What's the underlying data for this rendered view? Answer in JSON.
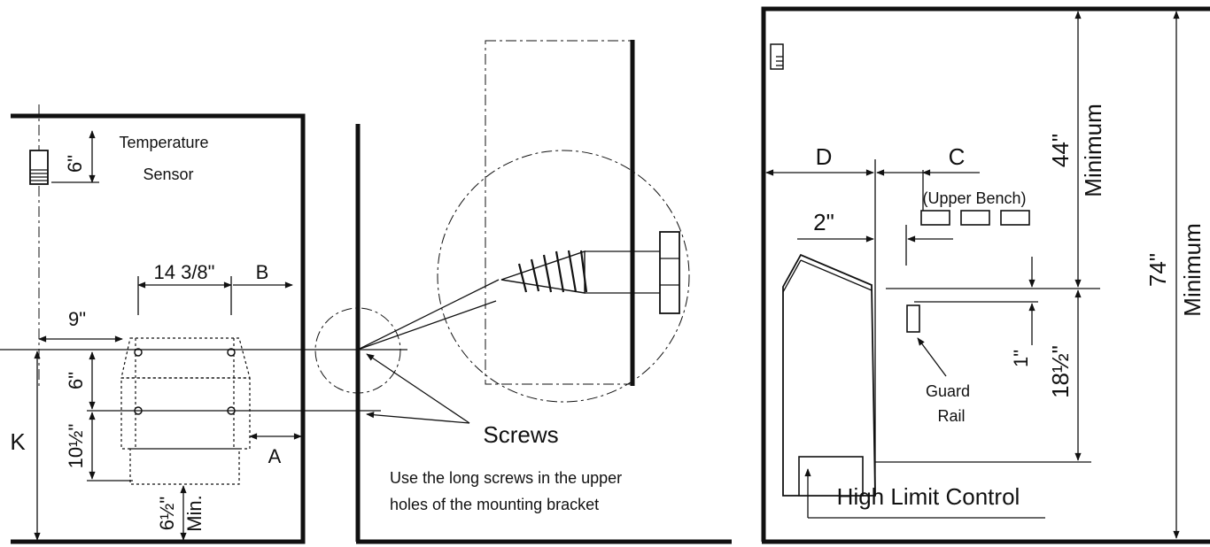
{
  "left_panel": {
    "sensor_offset": "6\"",
    "sensor_label_line1": "Temperature",
    "sensor_label_line2": "Sensor",
    "bracket_width": "14 3/8\"",
    "dim_b": "B",
    "dim_9": "9\"",
    "hole_spacing": "6\"",
    "bottom_offset": "10½\"",
    "dim_k": "K",
    "dim_a": "A",
    "floor_clearance": "6½\"",
    "floor_min": "Min."
  },
  "middle_panel": {
    "screws_label": "Screws",
    "note_line1": "Use the long screws in the upper",
    "note_line2": "holes of the mounting bracket"
  },
  "right_panel": {
    "dim_d": "D",
    "dim_c": "C",
    "upper_bench": "(Upper Bench)",
    "dim_2": "2\"",
    "ceiling_clearance": "44\"",
    "ceiling_min": "Minimum",
    "total_height": "74\"",
    "total_min": "Minimum",
    "rail_gap": "1\"",
    "heater_height": "18½\"",
    "guard_line1": "Guard",
    "guard_line2": "Rail",
    "high_limit": "High Limit Control"
  }
}
